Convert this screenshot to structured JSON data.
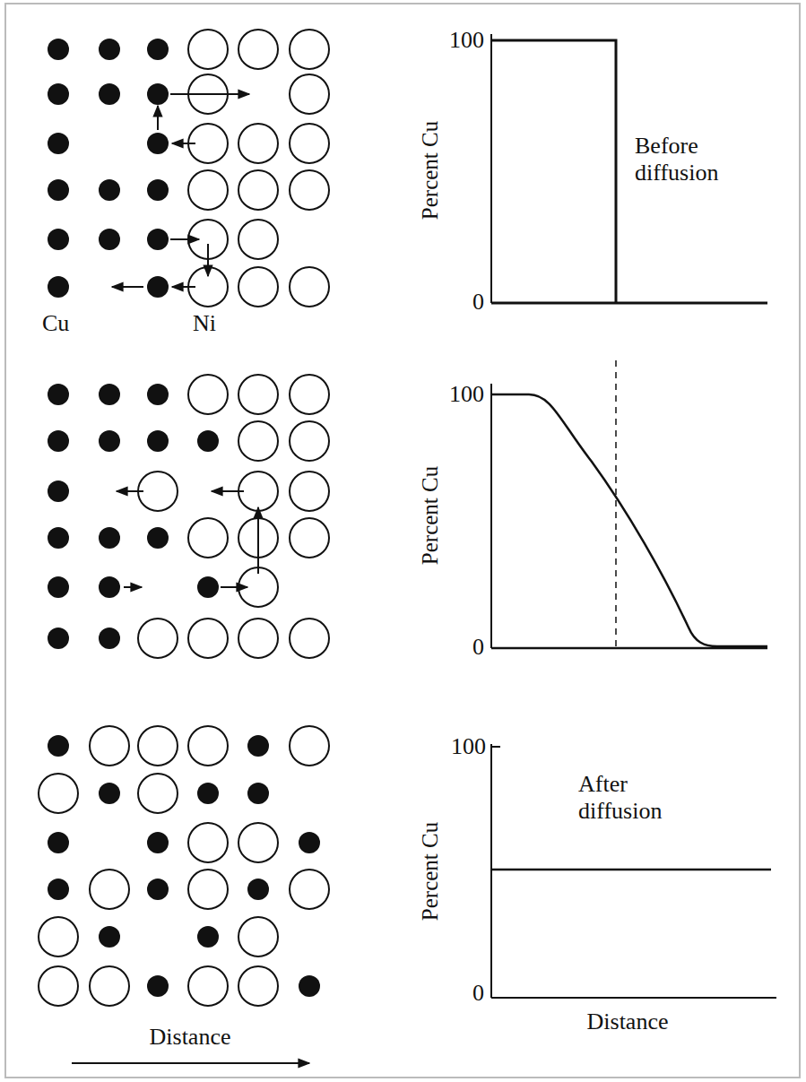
{
  "diagram": {
    "labels": [
      "100",
      "Percent Cu",
      "Before diffusion",
      "0",
      "Cu",
      "Ni",
      "100",
      "Percent Cu",
      "0",
      "100",
      "After diffusion",
      "Percent Cu",
      "0",
      "Distance",
      "Distance"
    ]
  }
}
